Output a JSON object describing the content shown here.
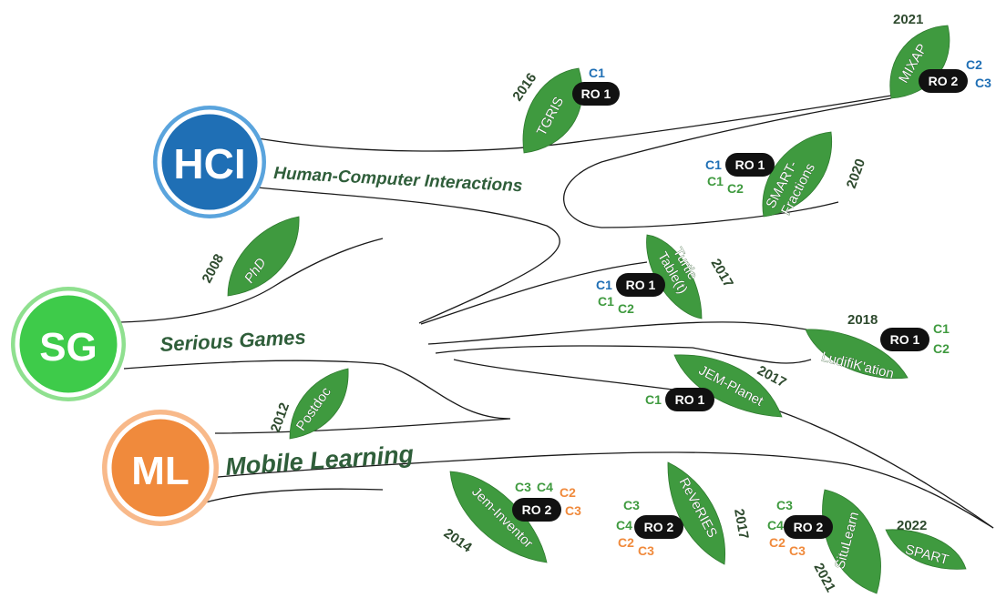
{
  "hubs": {
    "hci": {
      "label": "HCI",
      "caption": "Human-Computer Interactions"
    },
    "sg": {
      "label": "SG",
      "caption": "Serious Games"
    },
    "ml": {
      "label": "ML",
      "caption": "Mobile Learning"
    }
  },
  "colors": {
    "hci": "#1f6fb5",
    "sg": "#3ecb4a",
    "ml": "#f08a3c",
    "leaf": "#3f9a3f",
    "tag_hci": "#1f6fb5",
    "tag_sg": "#3f9a3f",
    "tag_ml": "#f08a3c"
  },
  "milestones": {
    "phd": {
      "label": "PhD",
      "year": "2008"
    },
    "postdoc": {
      "label": "Postdoc",
      "year": "2012"
    }
  },
  "projects": {
    "tgris": {
      "label": "TGRIS",
      "year": "2016",
      "ro": "RO 1",
      "tags": [
        "C1"
      ]
    },
    "mixap": {
      "label": "MIXAP",
      "year": "2021",
      "ro": "RO 2",
      "tags": [
        "C2",
        "C3"
      ]
    },
    "smart": {
      "label1": "SMART-",
      "label2": "Fractions",
      "year": "2020",
      "ro": "RO 1",
      "tags": [
        "C1",
        "C1",
        "C2"
      ]
    },
    "turtle": {
      "label1": "Turtle",
      "label2": "Table(t)",
      "year": "2017",
      "ro": "RO 1",
      "tags": [
        "C1",
        "C1",
        "C2"
      ]
    },
    "ludifikation": {
      "label": "LudifiK'ation",
      "year": "2018",
      "ro": "RO 1",
      "tags": [
        "C1",
        "C2"
      ]
    },
    "jemplanet": {
      "label": "JEM-Planet",
      "year": "2017",
      "ro": "RO 1",
      "tags": [
        "C1"
      ]
    },
    "jeminventor": {
      "label": "Jem-Inventor",
      "year": "2014",
      "ro": "RO 2",
      "tags": [
        "C3",
        "C4",
        "C2",
        "C3"
      ]
    },
    "reveries": {
      "label": "ReVeRIES",
      "year": "2017",
      "ro": "RO 2",
      "tags": [
        "C3",
        "C4",
        "C2",
        "C3"
      ]
    },
    "situlearn": {
      "label": "SituLearn",
      "year": "2021",
      "ro": "RO 2",
      "tags": [
        "C3",
        "C4",
        "C2",
        "C3"
      ]
    },
    "spart": {
      "label": "SPART",
      "year": "2022"
    }
  }
}
